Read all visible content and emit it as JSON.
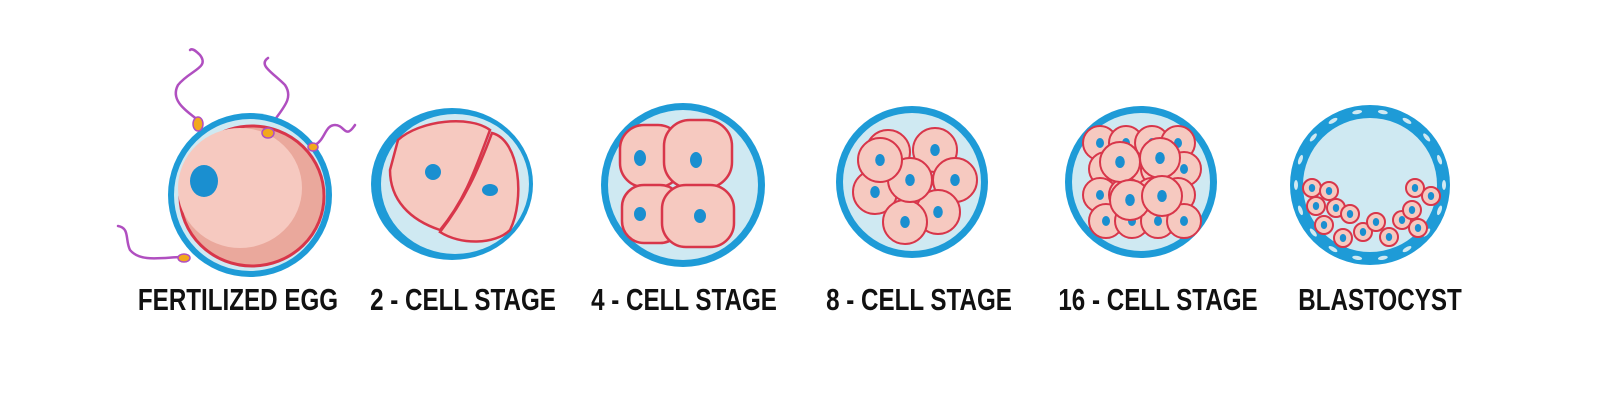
{
  "stages": [
    {
      "label": "FERTILIZED EGG"
    },
    {
      "label": "2 - CELL STAGE"
    },
    {
      "label": "4 - CELL STAGE"
    },
    {
      "label": "8 - CELL STAGE"
    },
    {
      "label": "16 - CELL STAGE"
    },
    {
      "label": "BLASTOCYST"
    }
  ],
  "colors": {
    "zona_blue": "#1e9bd7",
    "zona_inner": "#cfe9f2",
    "cell_pink": "#f6c9c0",
    "cell_shade": "#eaa89c",
    "membrane_red": "#d8364a",
    "nucleus_blue": "#1a8fd0",
    "sperm_purple": "#b04fc0",
    "sperm_head": "#f2a81c"
  }
}
